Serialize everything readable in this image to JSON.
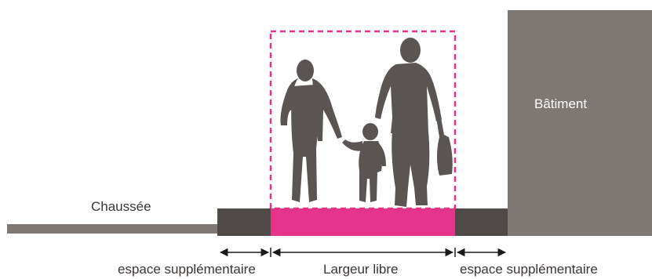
{
  "labels": {
    "road": "Chaussée",
    "building": "Bâtiment",
    "extra_space_left": "espace supplémentaire",
    "free_width": "Largeur libre",
    "extra_space_right": "espace supplémentaire"
  },
  "colors": {
    "road": "#7d7874",
    "curb": "#4f4a47",
    "free_zone": "#e3338b",
    "building": "#7d7874",
    "silhouette": "#5a5552",
    "arrow": "#1a1a1a",
    "text": "#3b3633"
  }
}
